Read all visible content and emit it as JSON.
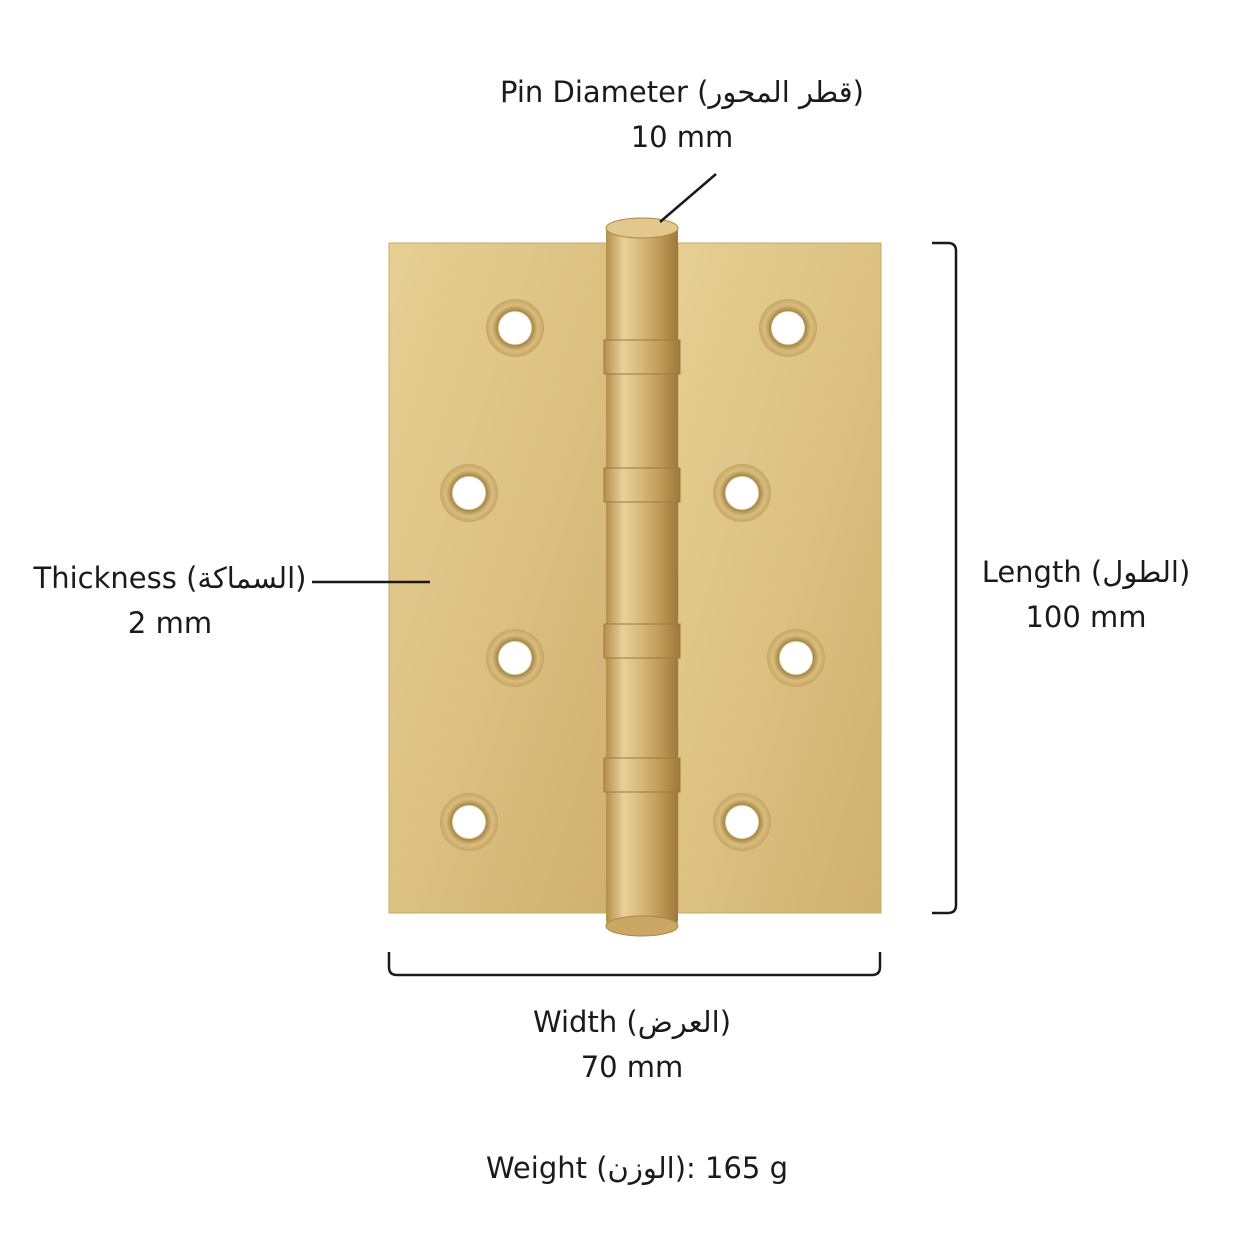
{
  "pin_diameter": {
    "label": "Pin Diameter (قطر المحور)",
    "value": "10 mm"
  },
  "thickness": {
    "label": "Thickness (السماكة)",
    "value": "2 mm"
  },
  "length": {
    "label": "Length (الطول)",
    "value": "100 mm"
  },
  "width": {
    "label": "Width (العرض)",
    "value": "70 mm"
  },
  "weight": {
    "text": "Weight (الوزن): 165 g"
  },
  "colors": {
    "brass_light": "#e2c98a",
    "brass_mid": "#d4b676",
    "brass_dark": "#b8944f",
    "line": "#1a1a1a",
    "background": "#ffffff"
  }
}
